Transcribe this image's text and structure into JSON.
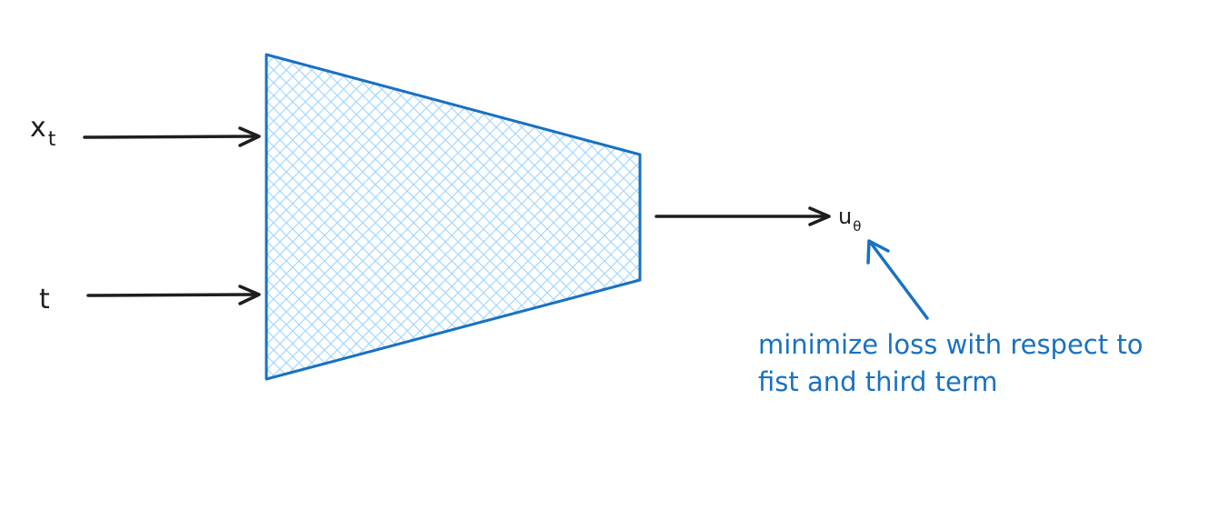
{
  "inputs": [
    {
      "symbol": "x",
      "subscript": "t"
    },
    {
      "symbol": "t",
      "subscript": ""
    }
  ],
  "output": {
    "symbol": "u",
    "subscript": "θ"
  },
  "annotation": {
    "line1": "minimize loss with respect to",
    "line2": "fist and third term"
  },
  "colors": {
    "ink": "#1e1e1e",
    "accent": "#1971c2",
    "hatch": "#a5d8ff"
  }
}
